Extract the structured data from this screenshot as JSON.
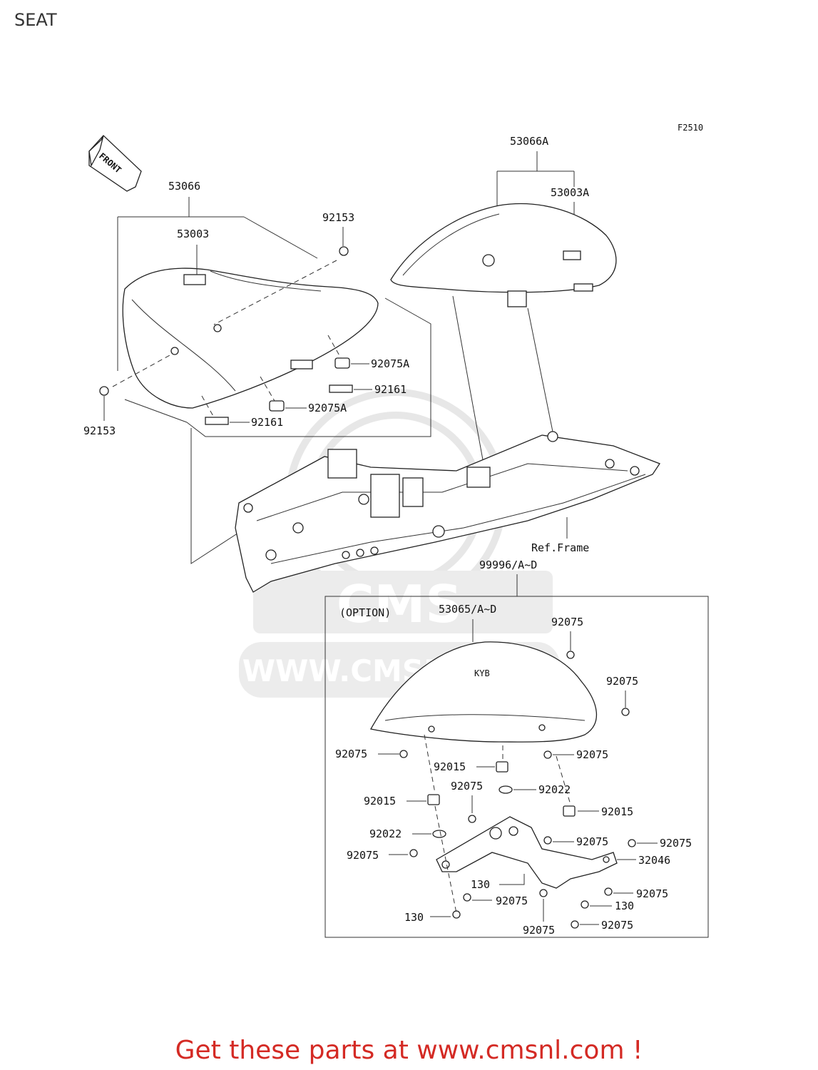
{
  "title": "SEAT",
  "figure_code": "F2510",
  "front_arrow_label": "FRONT",
  "option_label": "(OPTION)",
  "watermark": {
    "logo": "CMS",
    "url": "WWW.CMSNL.COM"
  },
  "parts": {
    "seat_assy": "53066",
    "seat_assy_rear": "53066A",
    "pad": "53003",
    "pad_rear": "53003A",
    "bolt_top": "92153",
    "bolt_left": "92153",
    "damper_1": "92075A",
    "stopper_1": "92161",
    "damper_2": "92075A",
    "stopper_2": "92161",
    "ref_frame": "Ref.Frame",
    "option_kit": "99996/A~D",
    "seat_cover": "53065/A~D",
    "p92075_a": "92075",
    "p92075_b": "92075",
    "p92075_c": "92075",
    "p92075_d": "92075",
    "p92015_a": "92015",
    "p92075_e": "92075",
    "p92022_a": "92022",
    "p92015_b": "92015",
    "p92015_c": "92015",
    "p92022_b": "92022",
    "p92075_f": "92075",
    "p92075_g": "92075",
    "p92075_h": "92075",
    "p32046": "32046",
    "p130_a": "130",
    "p92075_i": "92075",
    "p92075_j": "92075",
    "p130_b": "130",
    "p130_c": "130",
    "p92075_k": "92075",
    "p92075_l": "92075"
  },
  "footer": "Get these parts at www.cmsnl.com !",
  "colors": {
    "footer": "#d42a24",
    "line": "#333333",
    "watermark": "#e7e7e7"
  }
}
